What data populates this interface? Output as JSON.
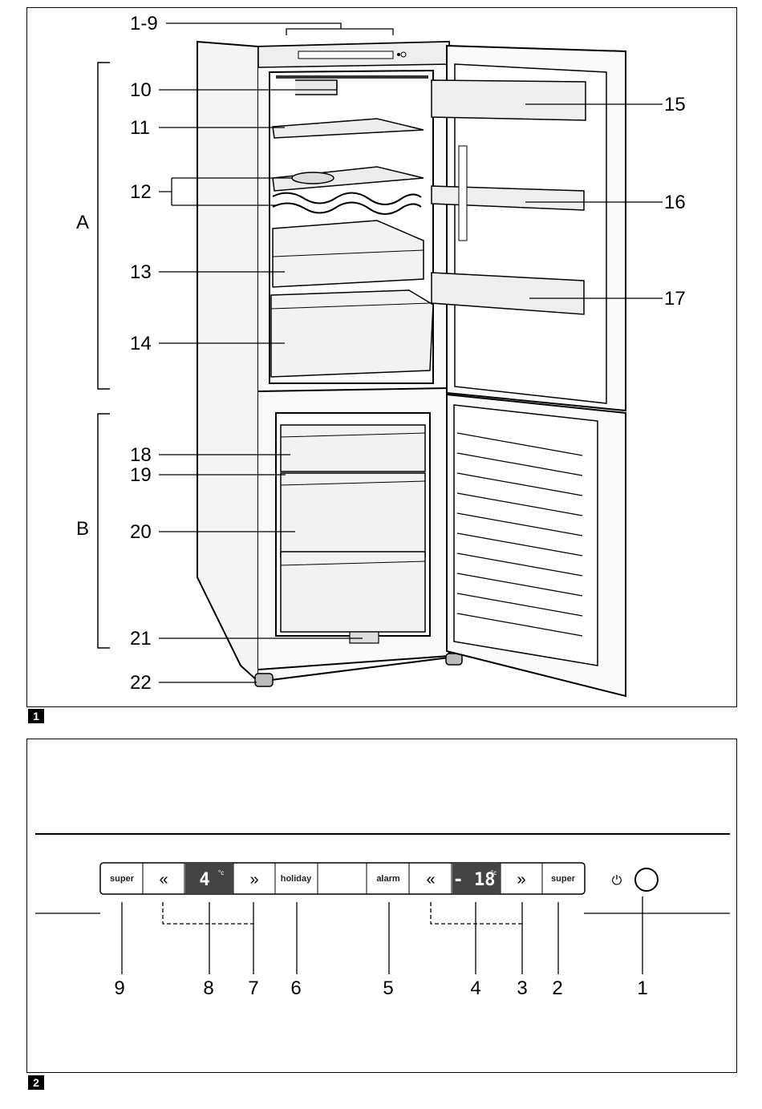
{
  "figure1": {
    "badge": "1",
    "callouts": {
      "c1_9": "1-9",
      "c10": "10",
      "c11": "11",
      "c12": "12",
      "c13": "13",
      "c14": "14",
      "c15": "15",
      "c16": "16",
      "c17": "17",
      "c18": "18",
      "c19": "19",
      "c20": "20",
      "c21": "21",
      "c22": "22"
    },
    "sections": {
      "a": "A",
      "b": "B"
    }
  },
  "figure2": {
    "badge": "2",
    "panel": {
      "super_left": "super",
      "arrow_left_1": "«",
      "fridge_temp": "4",
      "fridge_unit": "°c",
      "arrow_right_1": "»",
      "holiday": "holiday",
      "alarm": "alarm",
      "arrow_left_2": "«",
      "freezer_temp": "- 18",
      "freezer_unit": "°c",
      "arrow_right_2": "»",
      "super_right": "super",
      "power_symbol": "⏻"
    },
    "callouts": {
      "n9": "9",
      "n8": "8",
      "n7": "7",
      "n6": "6",
      "n5": "5",
      "n4": "4",
      "n3": "3",
      "n2": "2",
      "n1": "1"
    }
  }
}
